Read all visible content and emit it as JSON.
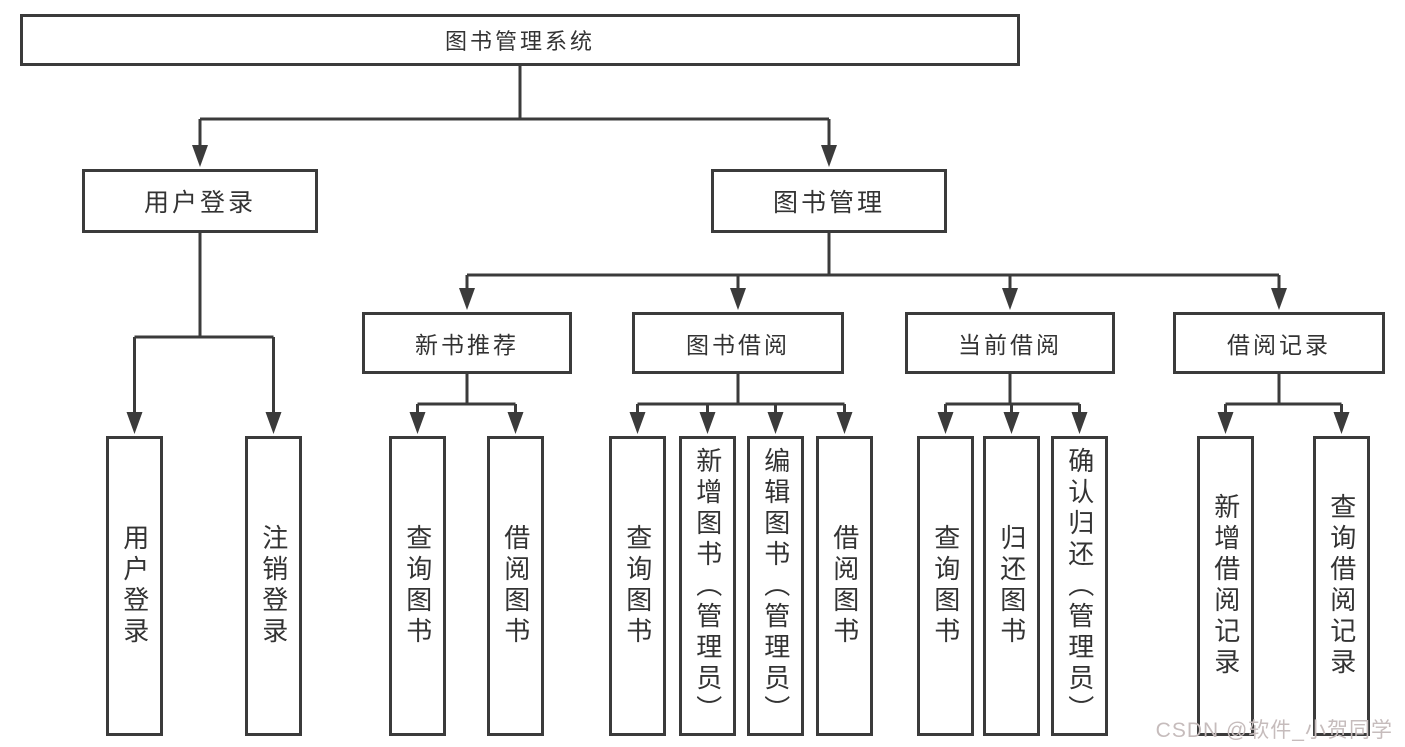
{
  "diagram": {
    "root": {
      "label": "图书管理系统"
    },
    "level2": {
      "user_login": {
        "label": "用户登录"
      },
      "book_mgmt": {
        "label": "图书管理"
      }
    },
    "level3": {
      "new_book_rec": {
        "label": "新书推荐"
      },
      "book_borrow": {
        "label": "图书借阅"
      },
      "current_borrow": {
        "label": "当前借阅"
      },
      "borrow_records": {
        "label": "借阅记录"
      }
    },
    "leaves": {
      "user_login": [
        {
          "label": "用户登录"
        },
        {
          "label": "注销登录"
        }
      ],
      "new_book_rec": [
        {
          "label": "查询图书"
        },
        {
          "label": "借阅图书"
        }
      ],
      "book_borrow": [
        {
          "label": "查询图书"
        },
        {
          "label": "新增图书（管理员）"
        },
        {
          "label": "编辑图书（管理员）"
        },
        {
          "label": "借阅图书"
        }
      ],
      "current_borrow": [
        {
          "label": "查询图书"
        },
        {
          "label": "归还图书"
        },
        {
          "label": "确认归还（管理员）"
        }
      ],
      "borrow_records": [
        {
          "label": "新增借阅记录"
        },
        {
          "label": "查询借阅记录"
        }
      ]
    }
  },
  "watermark": {
    "text": "CSDN @软件_小贺同学"
  },
  "colors": {
    "line": "#3b3b3b",
    "text": "#333333",
    "background": "#ffffff",
    "watermark": "#c6bcbc"
  }
}
